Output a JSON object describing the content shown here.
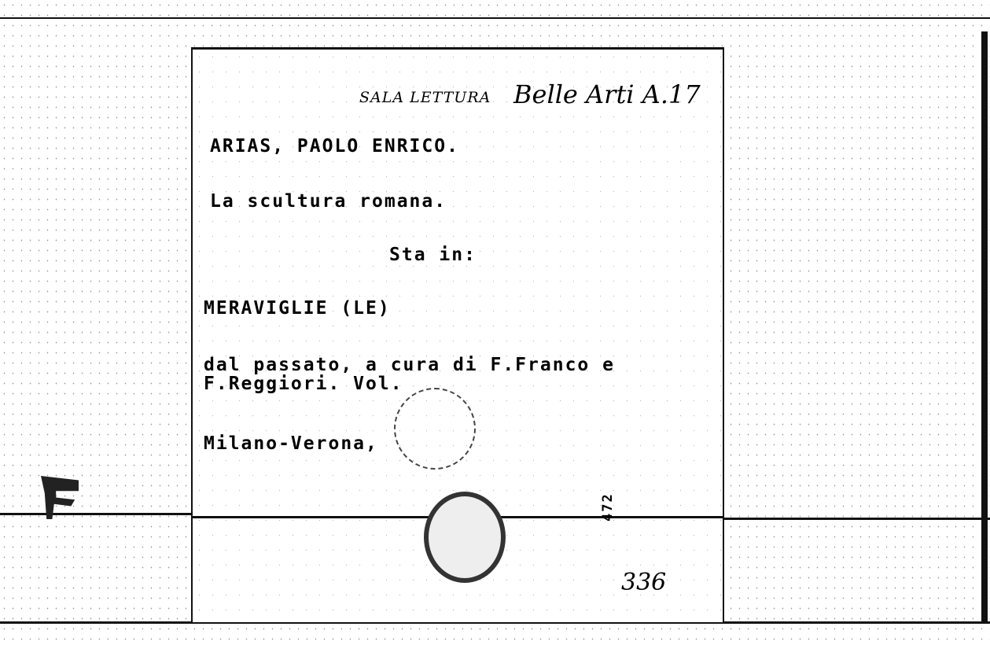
{
  "card": {
    "location_stamp": "SALA LETTURA",
    "location_handwritten": "Belle Arti A.17",
    "author": "ARIAS, PAOLO ENRICO.",
    "title": "La scultura romana.",
    "in_label": "Sta in:",
    "series_title": "MERAVIGLIE (LE)",
    "series_line1": "dal passato, a cura di F.Franco e",
    "series_line2": "F.Reggiori. Vol.",
    "place": "Milano-Verona,",
    "vertical_number": "472",
    "card_number": "336"
  }
}
